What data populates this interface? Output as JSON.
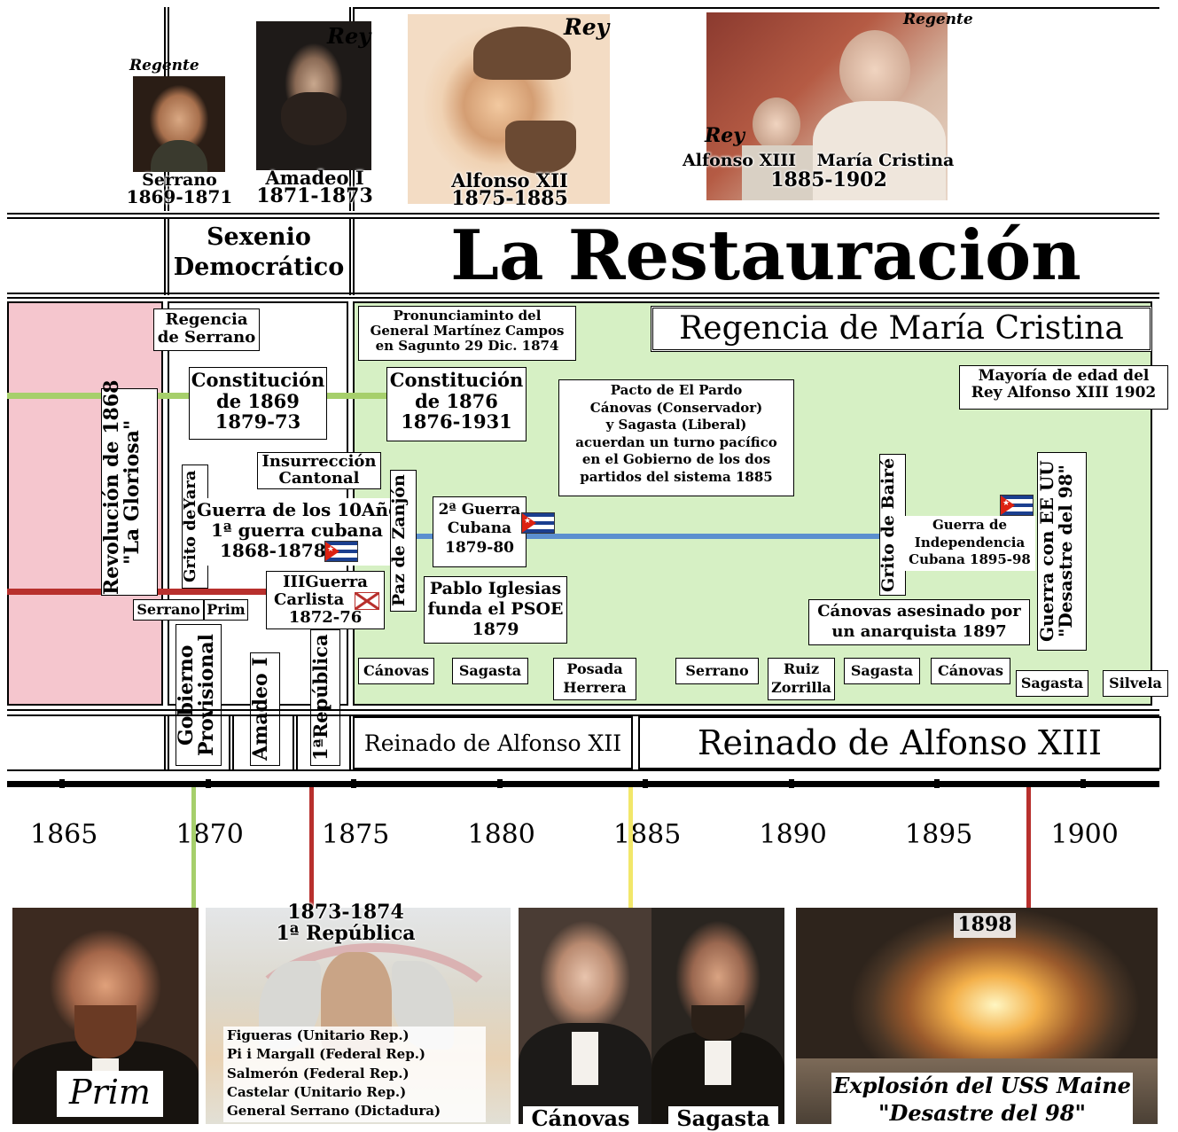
{
  "colors": {
    "green_panel": "#d6f0c4",
    "red_panel": "#f5c6ce",
    "green_line": "#a6cf6b",
    "red_line": "#b8302d",
    "blue_line": "#5b8fcf",
    "yellow_line": "#f2e76a"
  },
  "portraits": {
    "serrano": {
      "tag": "Regente",
      "name": "Serrano",
      "years": "1869-1871"
    },
    "amadeo": {
      "tag": "Rey",
      "name": "Amadeo I",
      "years": "1871-1873"
    },
    "alfonso12": {
      "tag": "Rey",
      "name": "Alfonso XII",
      "years": "1875-1885"
    },
    "alfonso13": {
      "tag_rey": "Rey",
      "tag_regente": "Regente",
      "name_rey": "Alfonso XIII",
      "name_regente": "María Cristina",
      "years": "1885-1902"
    }
  },
  "headers": {
    "sexenio_line1": "Sexenio",
    "sexenio_line2": "Democrático",
    "restauracion": "La Restauración"
  },
  "events": {
    "regencia_serrano": [
      "Regencia",
      "de Serrano"
    ],
    "pronunciamiento": [
      "Pronunciaminto del",
      "General Martínez Campos",
      "en Sagunto  29 Dic. 1874"
    ],
    "regencia_maria_cristina": "Regencia de María Cristina",
    "mayoria_edad": [
      "Mayoría de edad del",
      "Rey Alfonso XIII 1902"
    ],
    "constitucion_1869": [
      "Constitución",
      "de 1869",
      "1879-73"
    ],
    "constitucion_1876": [
      "Constitución",
      "de 1876",
      "1876-1931"
    ],
    "pacto_pardo": [
      "Pacto de El Pardo",
      "Cánovas (Conservador)",
      "y Sagasta (Liberal)",
      "acuerdan un turno pacífico",
      "en el Gobierno de los dos",
      "partidos del sistema 1885"
    ],
    "revolucion_1868": [
      "Revolución de 1868",
      "\"La Gloriosa\""
    ],
    "grito_yara": "Grito deYara",
    "insurreccion_cantonal": [
      "Insurrección",
      "Cantonal"
    ],
    "guerra_10_anos": [
      "Guerra de los 10Años",
      "1ª guerra cubana",
      "1868-1878"
    ],
    "paz_zanjon": "Paz de Zanjón",
    "segunda_guerra_cubana": [
      "2ª Guerra",
      "Cubana",
      "1879-80"
    ],
    "grito_baire": "Grito de Bairé",
    "guerra_independencia": [
      "Guerra de",
      "Independencia",
      "Cubana 1895-98"
    ],
    "guerra_eeuu": [
      "Guerra con EE UU",
      "\"Desastre del 98\""
    ],
    "tercera_guerra_carlista": [
      "IIIGuerra",
      "Carlista",
      "1872-76"
    ],
    "pablo_iglesias": [
      "Pablo Iglesias",
      "funda el PSOE",
      "1879"
    ],
    "canovas_asesinado": [
      "Cánovas asesinado por",
      "un anarquista 1897"
    ]
  },
  "leaders": {
    "serrano": "Serrano",
    "prim": "Prim",
    "list": [
      "Cánovas",
      "Sagasta",
      "Posada Herrera",
      "Serrano",
      "Ruiz Zorrilla",
      "Sagasta",
      "Cánovas",
      "Sagasta",
      "Silvela"
    ]
  },
  "periods": {
    "gobierno_provisional": [
      "Gobierno",
      "Provisional"
    ],
    "amadeo": "Amadeo I",
    "primera_republica": "1ªRepública",
    "reinado_alfonso12": "Reinado de Alfonso XII",
    "reinado_alfonso13": "Reinado de Alfonso XIII"
  },
  "timeline": {
    "years": [
      "1865",
      "1870",
      "1875",
      "1880",
      "1885",
      "1890",
      "1895",
      "1900"
    ],
    "year_values": [
      1865,
      1870,
      1875,
      1880,
      1885,
      1890,
      1895,
      1900
    ]
  },
  "bottom": {
    "prim_caption": "Prim",
    "republica_years": "1873-1874",
    "republica_label": "1ª República",
    "presidents": [
      "Figueras (Unitario Rep.)",
      "Pi i Margall (Federal Rep.)",
      "Salmerón (Federal Rep.)",
      "Castelar (Unitario Rep.)",
      "General Serrano (Dictadura)"
    ],
    "canovas": "Cánovas",
    "sagasta": "Sagasta",
    "maine_year": "1898",
    "maine_line1": "Explosión del USS Maine",
    "maine_line2": "\"Desastre del 98\""
  }
}
